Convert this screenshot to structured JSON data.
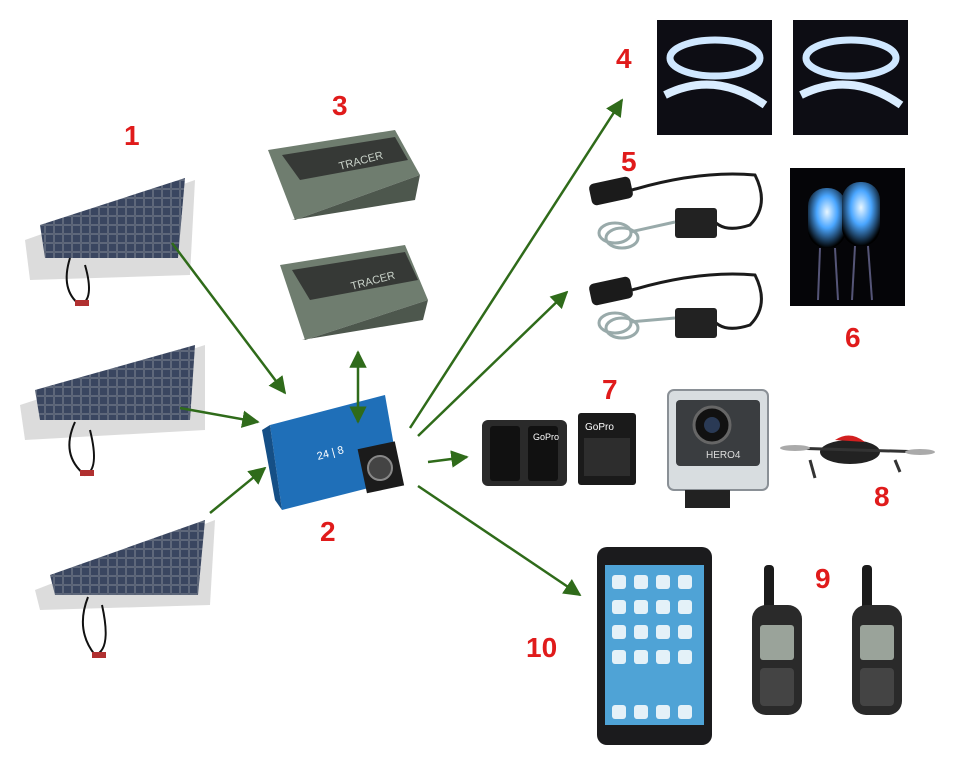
{
  "labels": {
    "solar_panels": "1",
    "charge_controller": "2",
    "batteries": "3",
    "led_strips": "4",
    "immersion_heaters": "5",
    "leds": "6",
    "gopro_kit": "7",
    "drone": "8",
    "sat_phones": "9",
    "tablet": "10"
  },
  "device_text": {
    "battery_brand": "TRACER",
    "gopro_brand": "GoPro",
    "camera_model": "HERO4",
    "controller_model": "24 | 8"
  },
  "colors": {
    "label": "#e01b1b",
    "arrow": "#2f6b1a",
    "controller": "#1f6fb8",
    "battery": "#6f7d6f"
  }
}
